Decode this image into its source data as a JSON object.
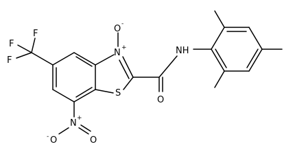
{
  "molecule": {
    "atoms": {
      "F1": "F",
      "F2": "F",
      "F3": "F",
      "N_oxide": "N",
      "N_oxide_charge": "+",
      "O_oxide": "O",
      "O_oxide_charge": "-",
      "S": "S",
      "amide_NH": "NH",
      "amide_O": "O",
      "nitro_N": "N",
      "nitro_N_charge": "+",
      "nitro_O_neg": "O",
      "nitro_O_neg_charge": "-",
      "nitro_O": "O"
    }
  }
}
